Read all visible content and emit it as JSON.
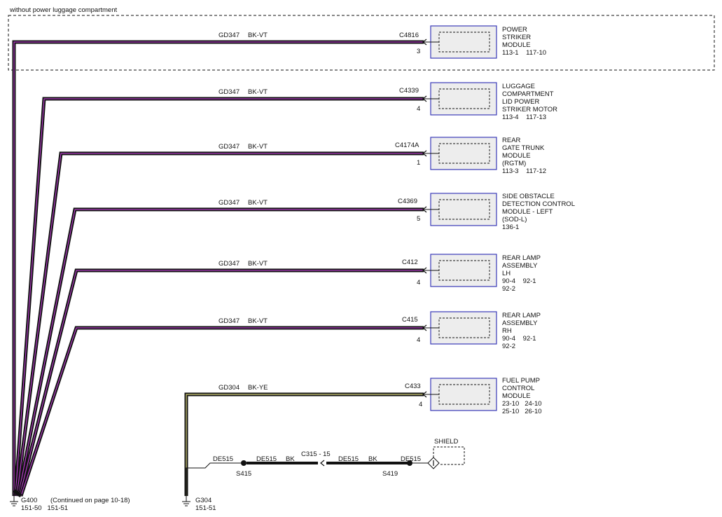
{
  "colors": {
    "black": "#111111",
    "violet": "#b53cc7",
    "yellow": "#d6d27a",
    "module_border": "#3a3ab8",
    "module_fill": "#ededed"
  },
  "region_label": "without power luggage compartment",
  "circuits": [
    {
      "wire": "GD347",
      "color": "BK-VT",
      "connector": "C4816",
      "pin": "3",
      "module": [
        "POWER",
        "STRIKER",
        "MODULE"
      ],
      "refs": "113-1    117-10"
    },
    {
      "wire": "GD347",
      "color": "BK-VT",
      "connector": "C4339",
      "pin": "4",
      "module": [
        "LUGGAGE",
        "COMPARTMENT",
        "LID POWER",
        "STRIKER MOTOR"
      ],
      "refs": "113-4    117-13"
    },
    {
      "wire": "GD347",
      "color": "BK-VT",
      "connector": "C4174A",
      "pin": "1",
      "module": [
        "REAR",
        "GATE TRUNK",
        "MODULE",
        "(RGTM)"
      ],
      "refs": "113-3    117-12"
    },
    {
      "wire": "GD347",
      "color": "BK-VT",
      "connector": "C4369",
      "pin": "5",
      "module": [
        "SIDE OBSTACLE",
        "DETECTION CONTROL",
        "MODULE - LEFT",
        "(SOD-L)"
      ],
      "refs": "136-1"
    },
    {
      "wire": "GD347",
      "color": "BK-VT",
      "connector": "C412",
      "pin": "4",
      "module": [
        "REAR LAMP",
        "ASSEMBLY",
        "LH"
      ],
      "refs": "90-4    92-1",
      "refs2": "92-2"
    },
    {
      "wire": "GD347",
      "color": "BK-VT",
      "connector": "C415",
      "pin": "4",
      "module": [
        "REAR LAMP",
        "ASSEMBLY",
        "RH"
      ],
      "refs": "90-4    92-1",
      "refs2": "92-2"
    },
    {
      "wire": "GD304",
      "color": "BK-YE",
      "connector": "C433",
      "pin": "4",
      "module": [
        "FUEL PUMP",
        "CONTROL",
        "MODULE"
      ],
      "refs": "23-10   24-10",
      "refs2": "25-10   26-10"
    }
  ],
  "shield_circuit": {
    "label_left": "DE515",
    "splice_left": "S415",
    "seg2_wire": "DE515",
    "seg2_color": "BK",
    "inline_connector": "C315 - 15",
    "seg3_wire": "DE515",
    "seg3_color": "BK",
    "splice_right": "S419",
    "label_right": "DE515",
    "shield": "SHIELD"
  },
  "grounds": [
    {
      "name": "G400",
      "note": "(Continued on page 10-18)",
      "refs": "151-50   151-51"
    },
    {
      "name": "G304",
      "refs": "151-51"
    }
  ]
}
